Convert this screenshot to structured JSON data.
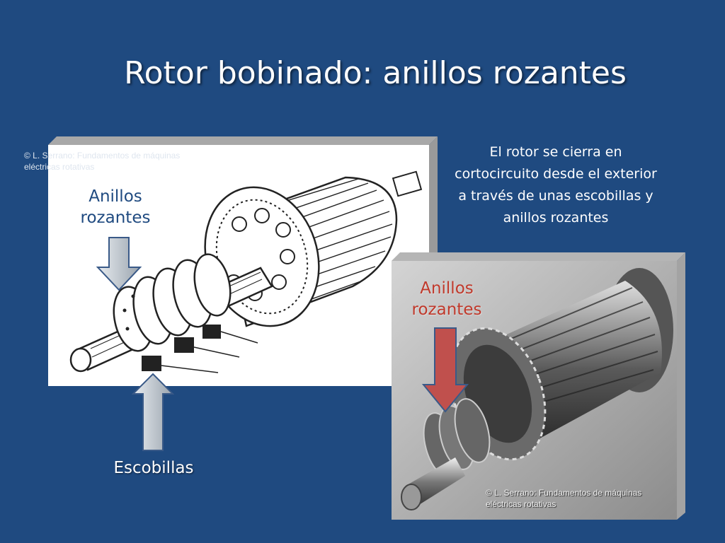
{
  "slide": {
    "title": "Rotor bobinado: anillos rozantes",
    "description": "El rotor se cierra en cortocircuito desde el exterior a través de unas escobillas y anillos rozantes",
    "colors": {
      "background": "#1f4a80",
      "title": "#ffffff",
      "label_drawing": "#1f4a80",
      "label_photo": "#c0392b",
      "arrow_gray": "#b8c0c8",
      "arrow_red": "#c0504d"
    }
  },
  "drawing": {
    "copyright_line1": "© L. Serrano: Fundamentos de máquinas",
    "copyright_line2": "eléctricas rotativas",
    "label_rings_line1": "Anillos",
    "label_rings_line2": "rozantes",
    "label_brushes": "Escobillas"
  },
  "photo": {
    "label_rings_line1": "Anillos",
    "label_rings_line2": "rozantes",
    "copyright_line1": "© L. Serrano: Fundamentos de máquinas",
    "copyright_line2": "eléctricas rotativas"
  }
}
